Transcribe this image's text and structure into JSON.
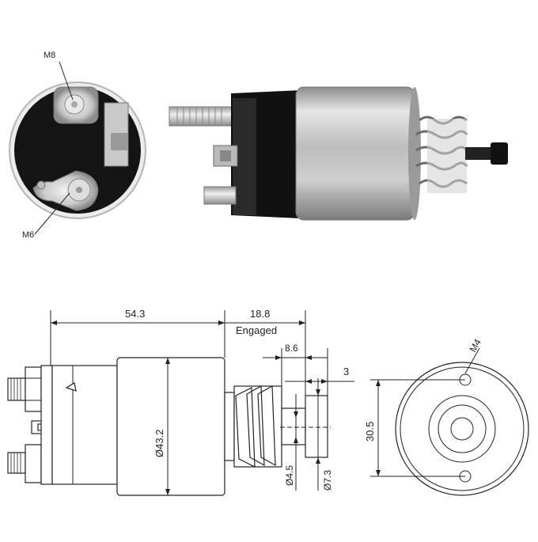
{
  "photo_labels": {
    "m8": "M8",
    "m6": "M6"
  },
  "dimensions": {
    "length": "54.3",
    "stroke": "18.8",
    "engaged": "Engaged",
    "plunger_tip": "8.6",
    "tip_end": "3",
    "body_dia": "Ø43.2",
    "shaft_dia": "Ø4.5",
    "tip_dia": "Ø7.3",
    "mount_spacing": "30.5",
    "mount_thread": "M4"
  },
  "colors": {
    "body_black": "#111111",
    "metal_light": "#d9d9d9",
    "metal_mid": "#a8a8a8",
    "metal_dark": "#6e6e6e",
    "copper": "#c9c2b3"
  }
}
